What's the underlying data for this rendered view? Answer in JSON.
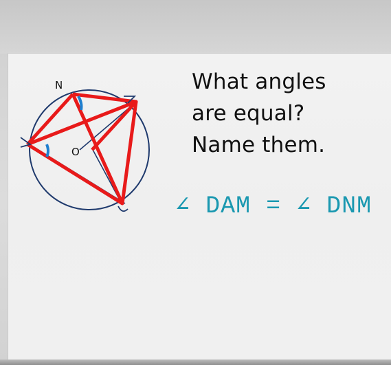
{
  "question": {
    "lines": [
      "What angles",
      "are equal?",
      "Name them."
    ]
  },
  "answer": {
    "text": "∠ DAM = ∠ DNM"
  },
  "diagram": {
    "point_labels": {
      "N": "N",
      "O": "O"
    },
    "colors": {
      "circle": "#1f3a6d",
      "triangle": "#e81a1a",
      "angle_marks": "#1f7fcf",
      "ink": "#111111"
    }
  }
}
